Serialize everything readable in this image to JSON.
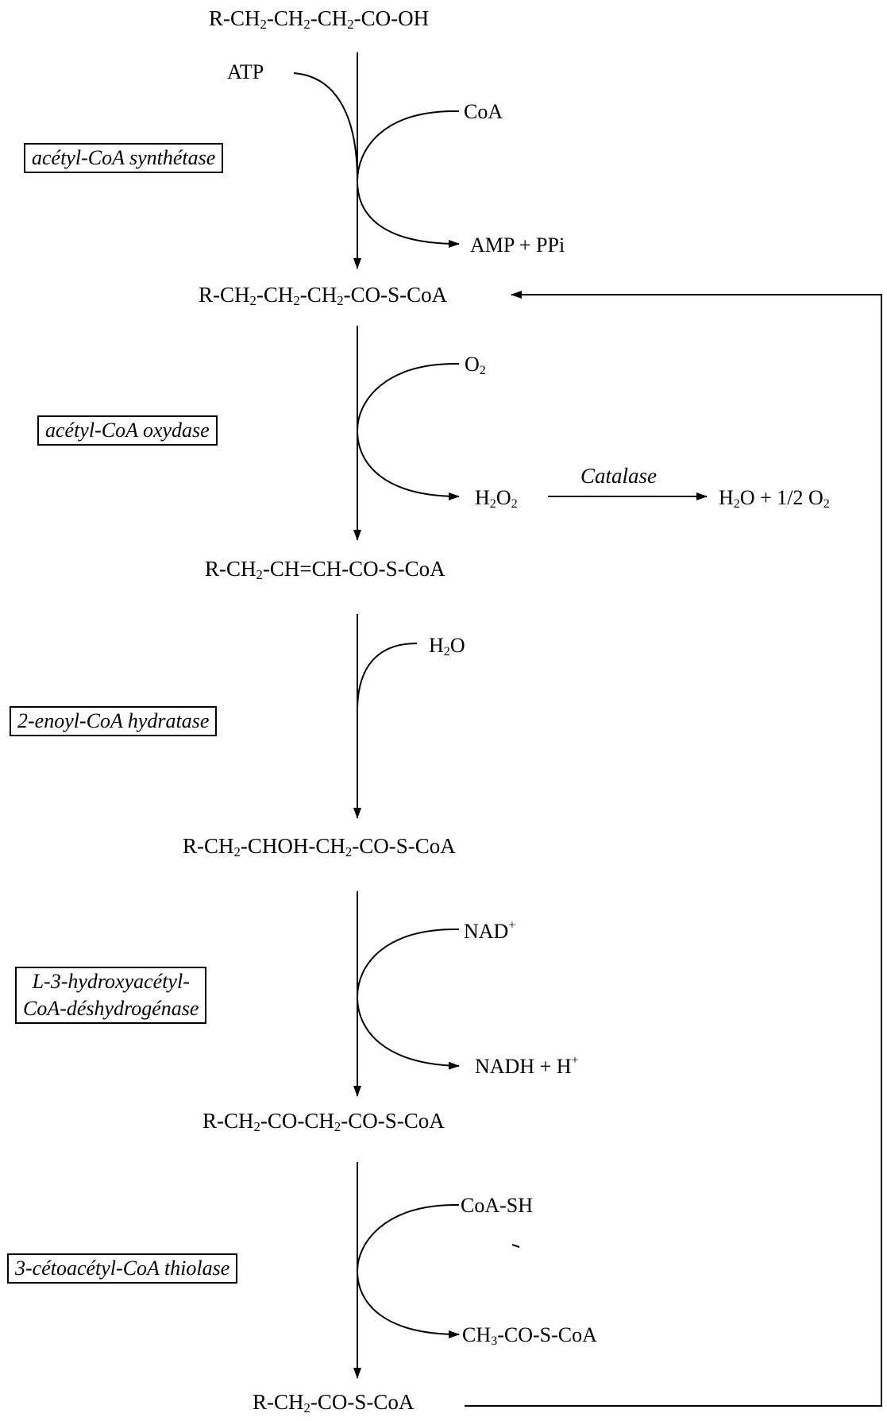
{
  "compounds": {
    "c0": [
      "R-CH",
      "2",
      "-CH",
      "2",
      "-CH",
      "2",
      "-CO-OH"
    ],
    "c1": [
      "R-CH",
      "2",
      "-CH",
      "2",
      "-CH",
      "2",
      "-CO-S-CoA"
    ],
    "c2": [
      "R-CH",
      "2",
      "-CH=CH-CO-S-CoA"
    ],
    "c3": [
      "R-CH",
      "2",
      "-CHOH-CH",
      "2",
      "-CO-S-CoA"
    ],
    "c4": [
      "R-CH",
      "2",
      "-CO-CH",
      "2",
      "-CO-S-CoA"
    ],
    "c5": [
      "R-CH",
      "2",
      "-CO-S-CoA"
    ]
  },
  "enzymes": {
    "e1": "acétyl-CoA synthétase",
    "e2": "acétyl-CoA oxydase",
    "e3": "2-enoyl-CoA hydratase",
    "e4_line1": "L-3-hydroxyacétyl-",
    "e4_line2": "CoA-déshydrogénase",
    "e5": "3-cétoacétyl-CoA thiolase"
  },
  "cosubstrates": {
    "atp": "ATP",
    "coa": "CoA",
    "amp_ppi": "AMP + PPi",
    "o2": [
      "O",
      "2"
    ],
    "h2o2": [
      "H",
      "2",
      "O",
      "2"
    ],
    "h2o": [
      "H",
      "2",
      "O"
    ],
    "nad": [
      "NAD",
      "+"
    ],
    "nadh": [
      "NADH + H",
      "+"
    ],
    "coash": "CoA-SH",
    "acetylcoa": [
      "CH",
      "3",
      "-CO-S-CoA"
    ]
  },
  "catalase": {
    "label": "Catalase",
    "product": [
      "H",
      "2",
      "O + 1/2 O",
      "2"
    ]
  }
}
